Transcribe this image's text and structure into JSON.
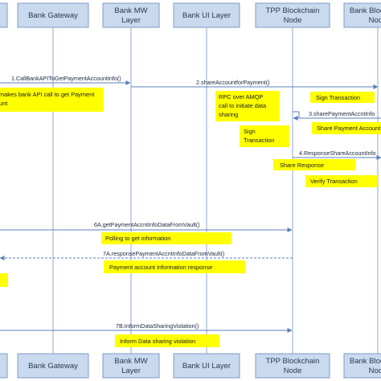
{
  "colors": {
    "box_fill": "#c9d9ee",
    "box_stroke": "#7f9cc4",
    "lifeline": "#8fa7cf",
    "arrow": "#5b7fb8",
    "note_fill": "#ffff00",
    "text": "#1a2540"
  },
  "participants": {
    "left_partial": {
      "lines": [
        "",
        ""
      ]
    },
    "bank_gateway": {
      "lines": [
        "Bank Gateway",
        ""
      ]
    },
    "bank_mw_layer": {
      "lines": [
        "Bank MW",
        "Layer"
      ]
    },
    "bank_ui_layer": {
      "lines": [
        "Bank UI Layer",
        ""
      ]
    },
    "tpp_blockchain_node": {
      "lines": [
        "TPP Blockchain",
        "Node"
      ]
    },
    "bank_blockchain_node": {
      "lines": [
        "Bank Blockchain",
        "Node"
      ]
    }
  },
  "messages": {
    "m1": "1.CallBankAPIToGetPaymentAccountInfo()",
    "m2": "2.shareAccountforPayment()",
    "m3": "3.sharePaymentAccntInfo",
    "m4": "4.ResponseShareAccountInfo",
    "m6a": "6A.getPaymentAccntInfoDataFromVault()",
    "m7a": "7A.responsePaymentAccntInfoDataFromVault()",
    "m7b": "7B.InformDataSharingViolation()"
  },
  "notes": {
    "n_bank_api": [
      "makes bank API call to get Payment",
      "unt"
    ],
    "n_rpc": [
      "RPC over AMQP",
      "call to initiate data",
      "sharing"
    ],
    "n_sign1": [
      "Sign Transaction"
    ],
    "n_share_payment": [
      "Share Payment Account"
    ],
    "n_sign2": [
      "Sign",
      "Transaction"
    ],
    "n_share_response": [
      "Share Response"
    ],
    "n_verify": [
      "Verify Transaction"
    ],
    "n_polling": [
      "Polling to get information"
    ],
    "n_payment_info": [
      "Payment  account information response"
    ],
    "n_left_block": [
      ""
    ],
    "n_inform": [
      "Inform Data sharing violation"
    ]
  }
}
